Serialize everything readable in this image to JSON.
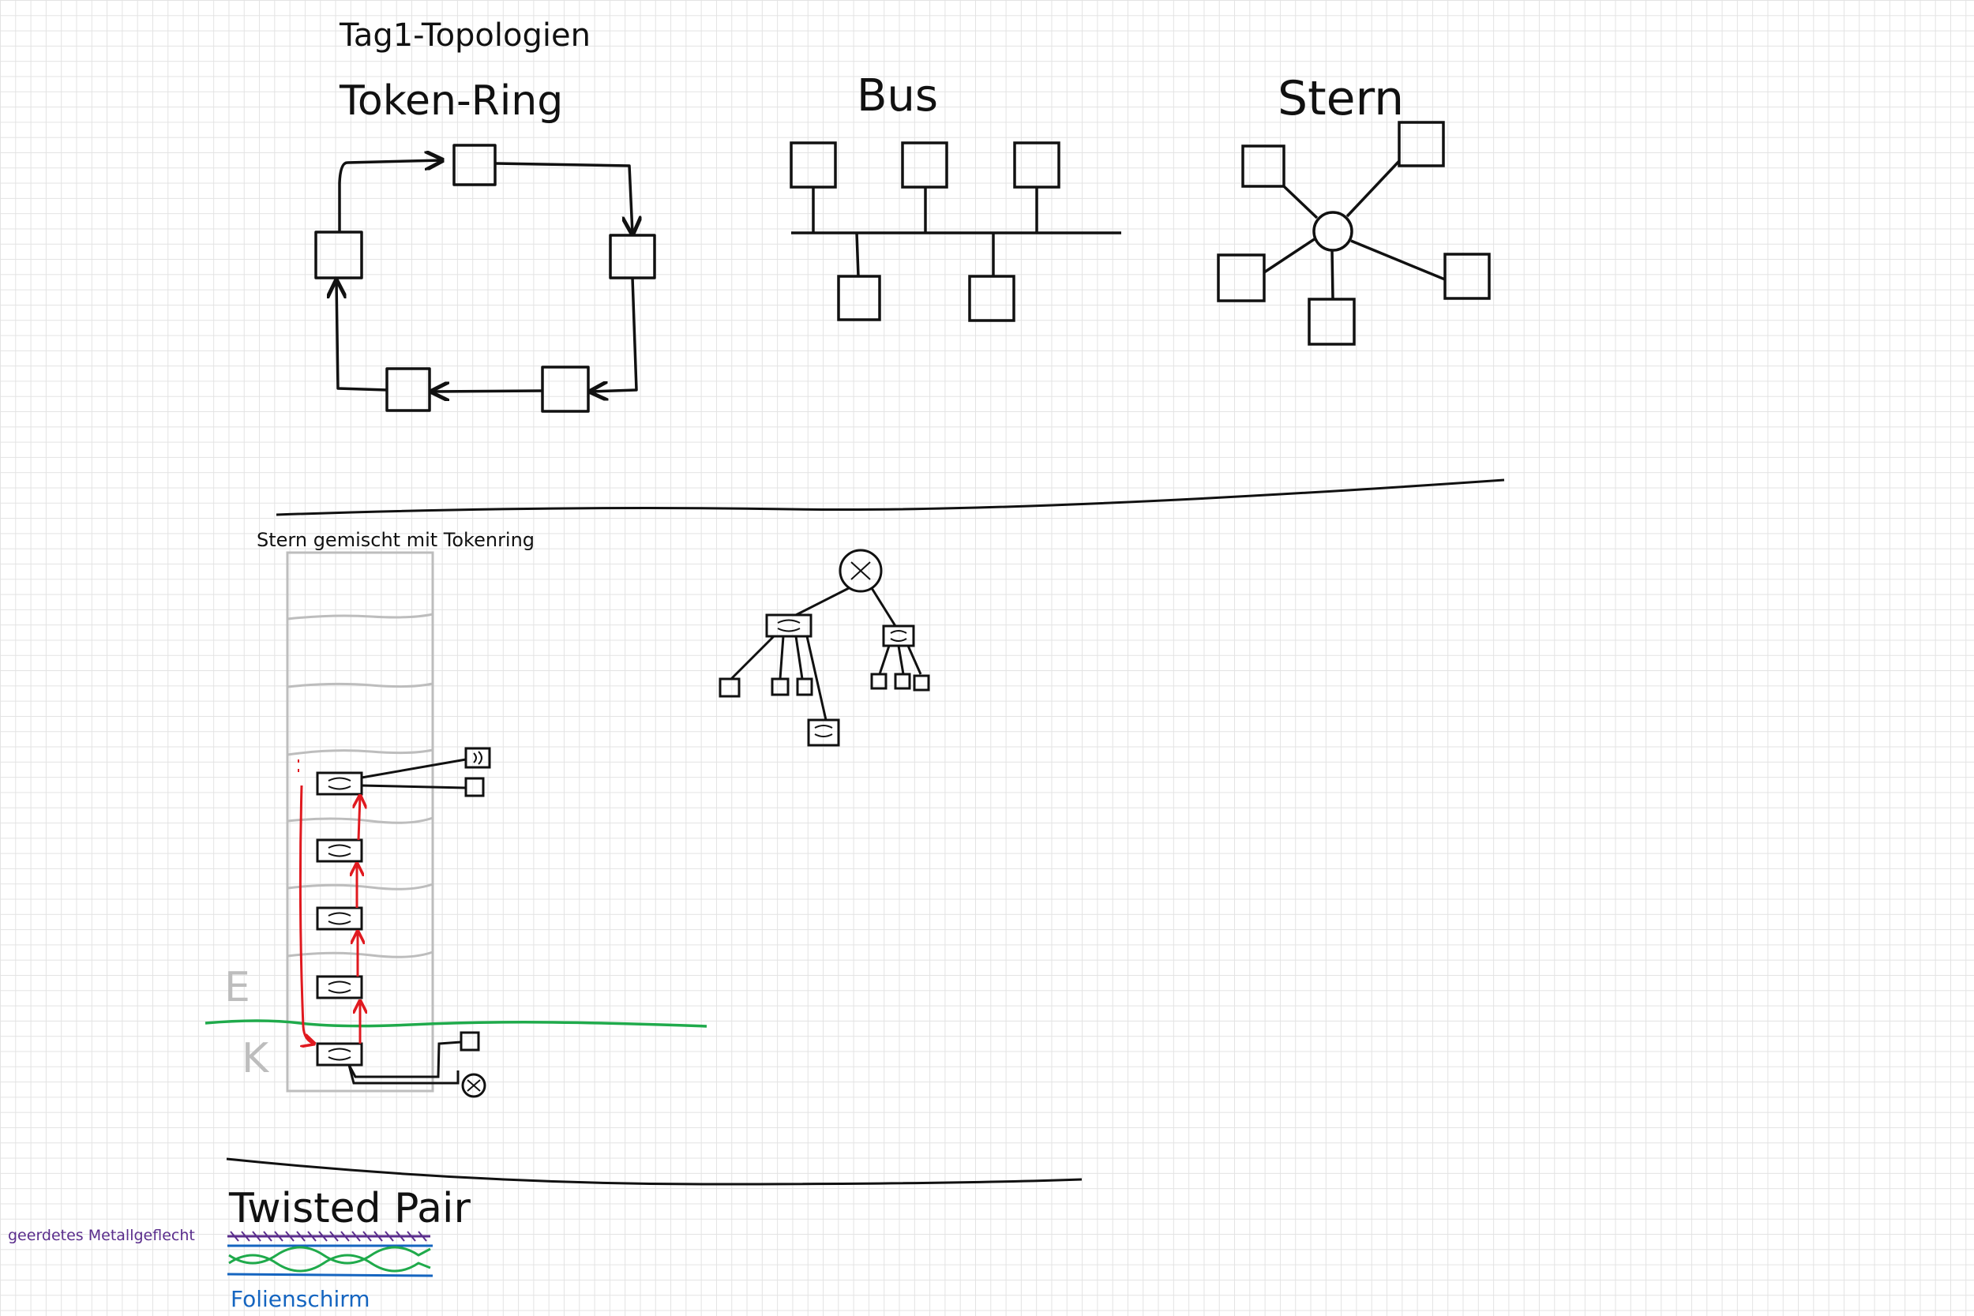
{
  "page_title": "Tag1-Topologien",
  "sections": {
    "token_ring": {
      "title": "Token-Ring"
    },
    "bus": {
      "title": "Bus"
    },
    "stern": {
      "title": "Stern"
    },
    "mixed": {
      "title": "Stern gemischt mit Tokenring"
    },
    "twisted_pair": {
      "title": "Twisted Pair"
    }
  },
  "floor_labels": {
    "upper": "E",
    "lower": "K"
  },
  "cable_labels": {
    "braid": "geerdetes Metallgeflecht",
    "foil": "Folienschirm"
  },
  "colors": {
    "ink": "#111111",
    "token_flow": "#e0191f",
    "ground_line": "#1faa4b",
    "braid": "#5a2d8c",
    "foil": "#1565c0",
    "floor_lines": "#bdbdbd"
  }
}
